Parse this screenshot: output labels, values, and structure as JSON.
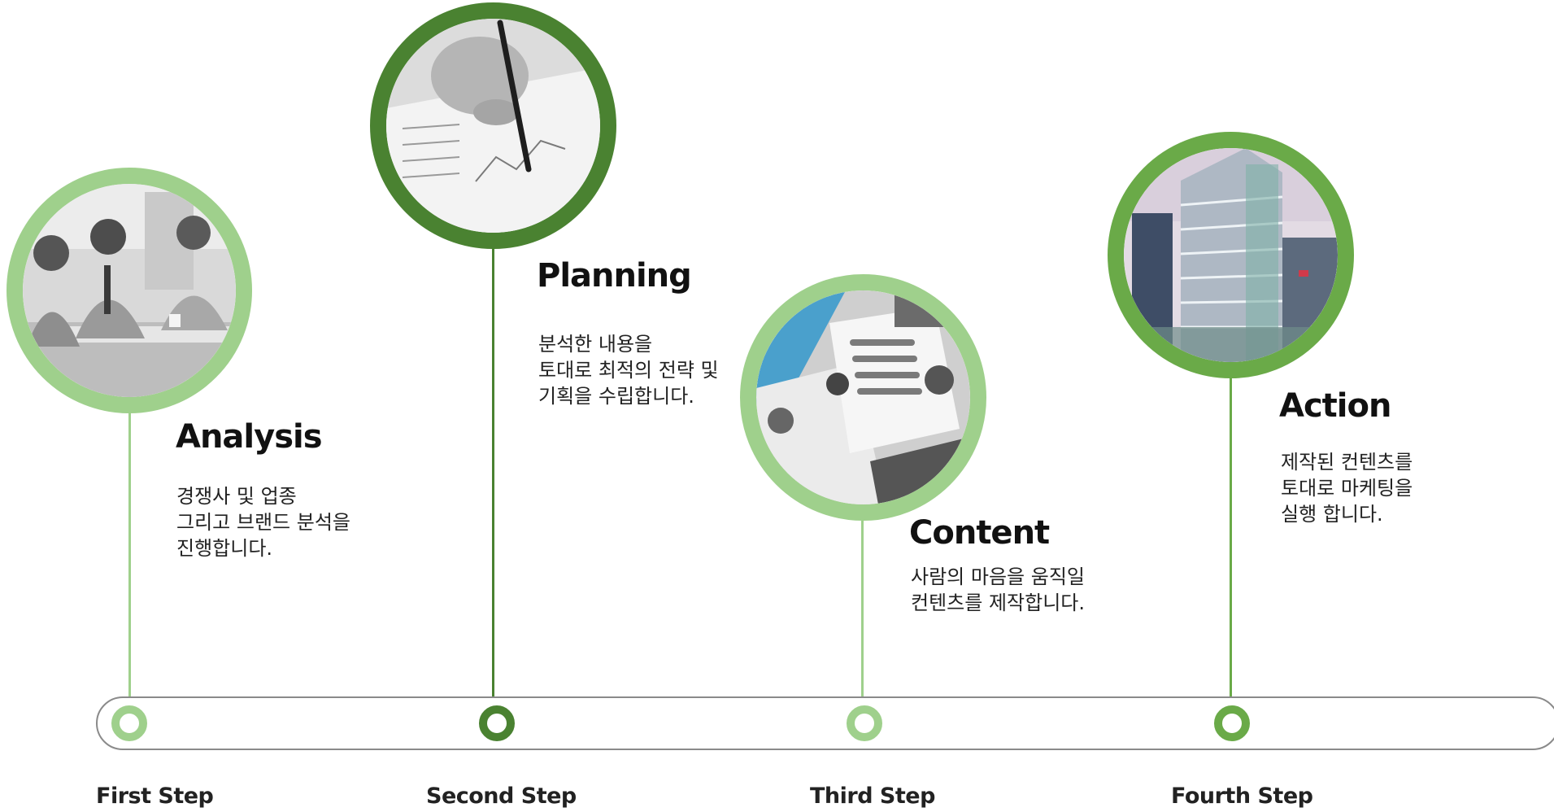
{
  "colors": {
    "light_green": "#9fd08c",
    "mid_green": "#6aaa48",
    "dark_green": "#4a8231",
    "track_border": "#8a8a8a"
  },
  "steps": [
    {
      "title": "Analysis",
      "desc": [
        "경쟁사 및 업종",
        "그리고 브랜드 분석을",
        "진행합니다."
      ],
      "step_label": "First Step",
      "image": "business-meeting-photo"
    },
    {
      "title": "Planning",
      "desc": [
        "분석한 내용을",
        "토대로 최적의 전략 및",
        "기획을 수립합니다."
      ],
      "step_label": "Second Step",
      "image": "hand-writing-chart-photo"
    },
    {
      "title": "Content",
      "desc": [
        "사람의 마음을 움직일",
        "컨텐츠를 제작합니다."
      ],
      "step_label": "Third Step",
      "image": "infographic-documents-photo"
    },
    {
      "title": "Action",
      "desc": [
        "제작된 컨텐츠를",
        "토대로 마케팅을",
        "실행 합니다."
      ],
      "step_label": "Fourth Step",
      "image": "office-building-photo"
    }
  ]
}
